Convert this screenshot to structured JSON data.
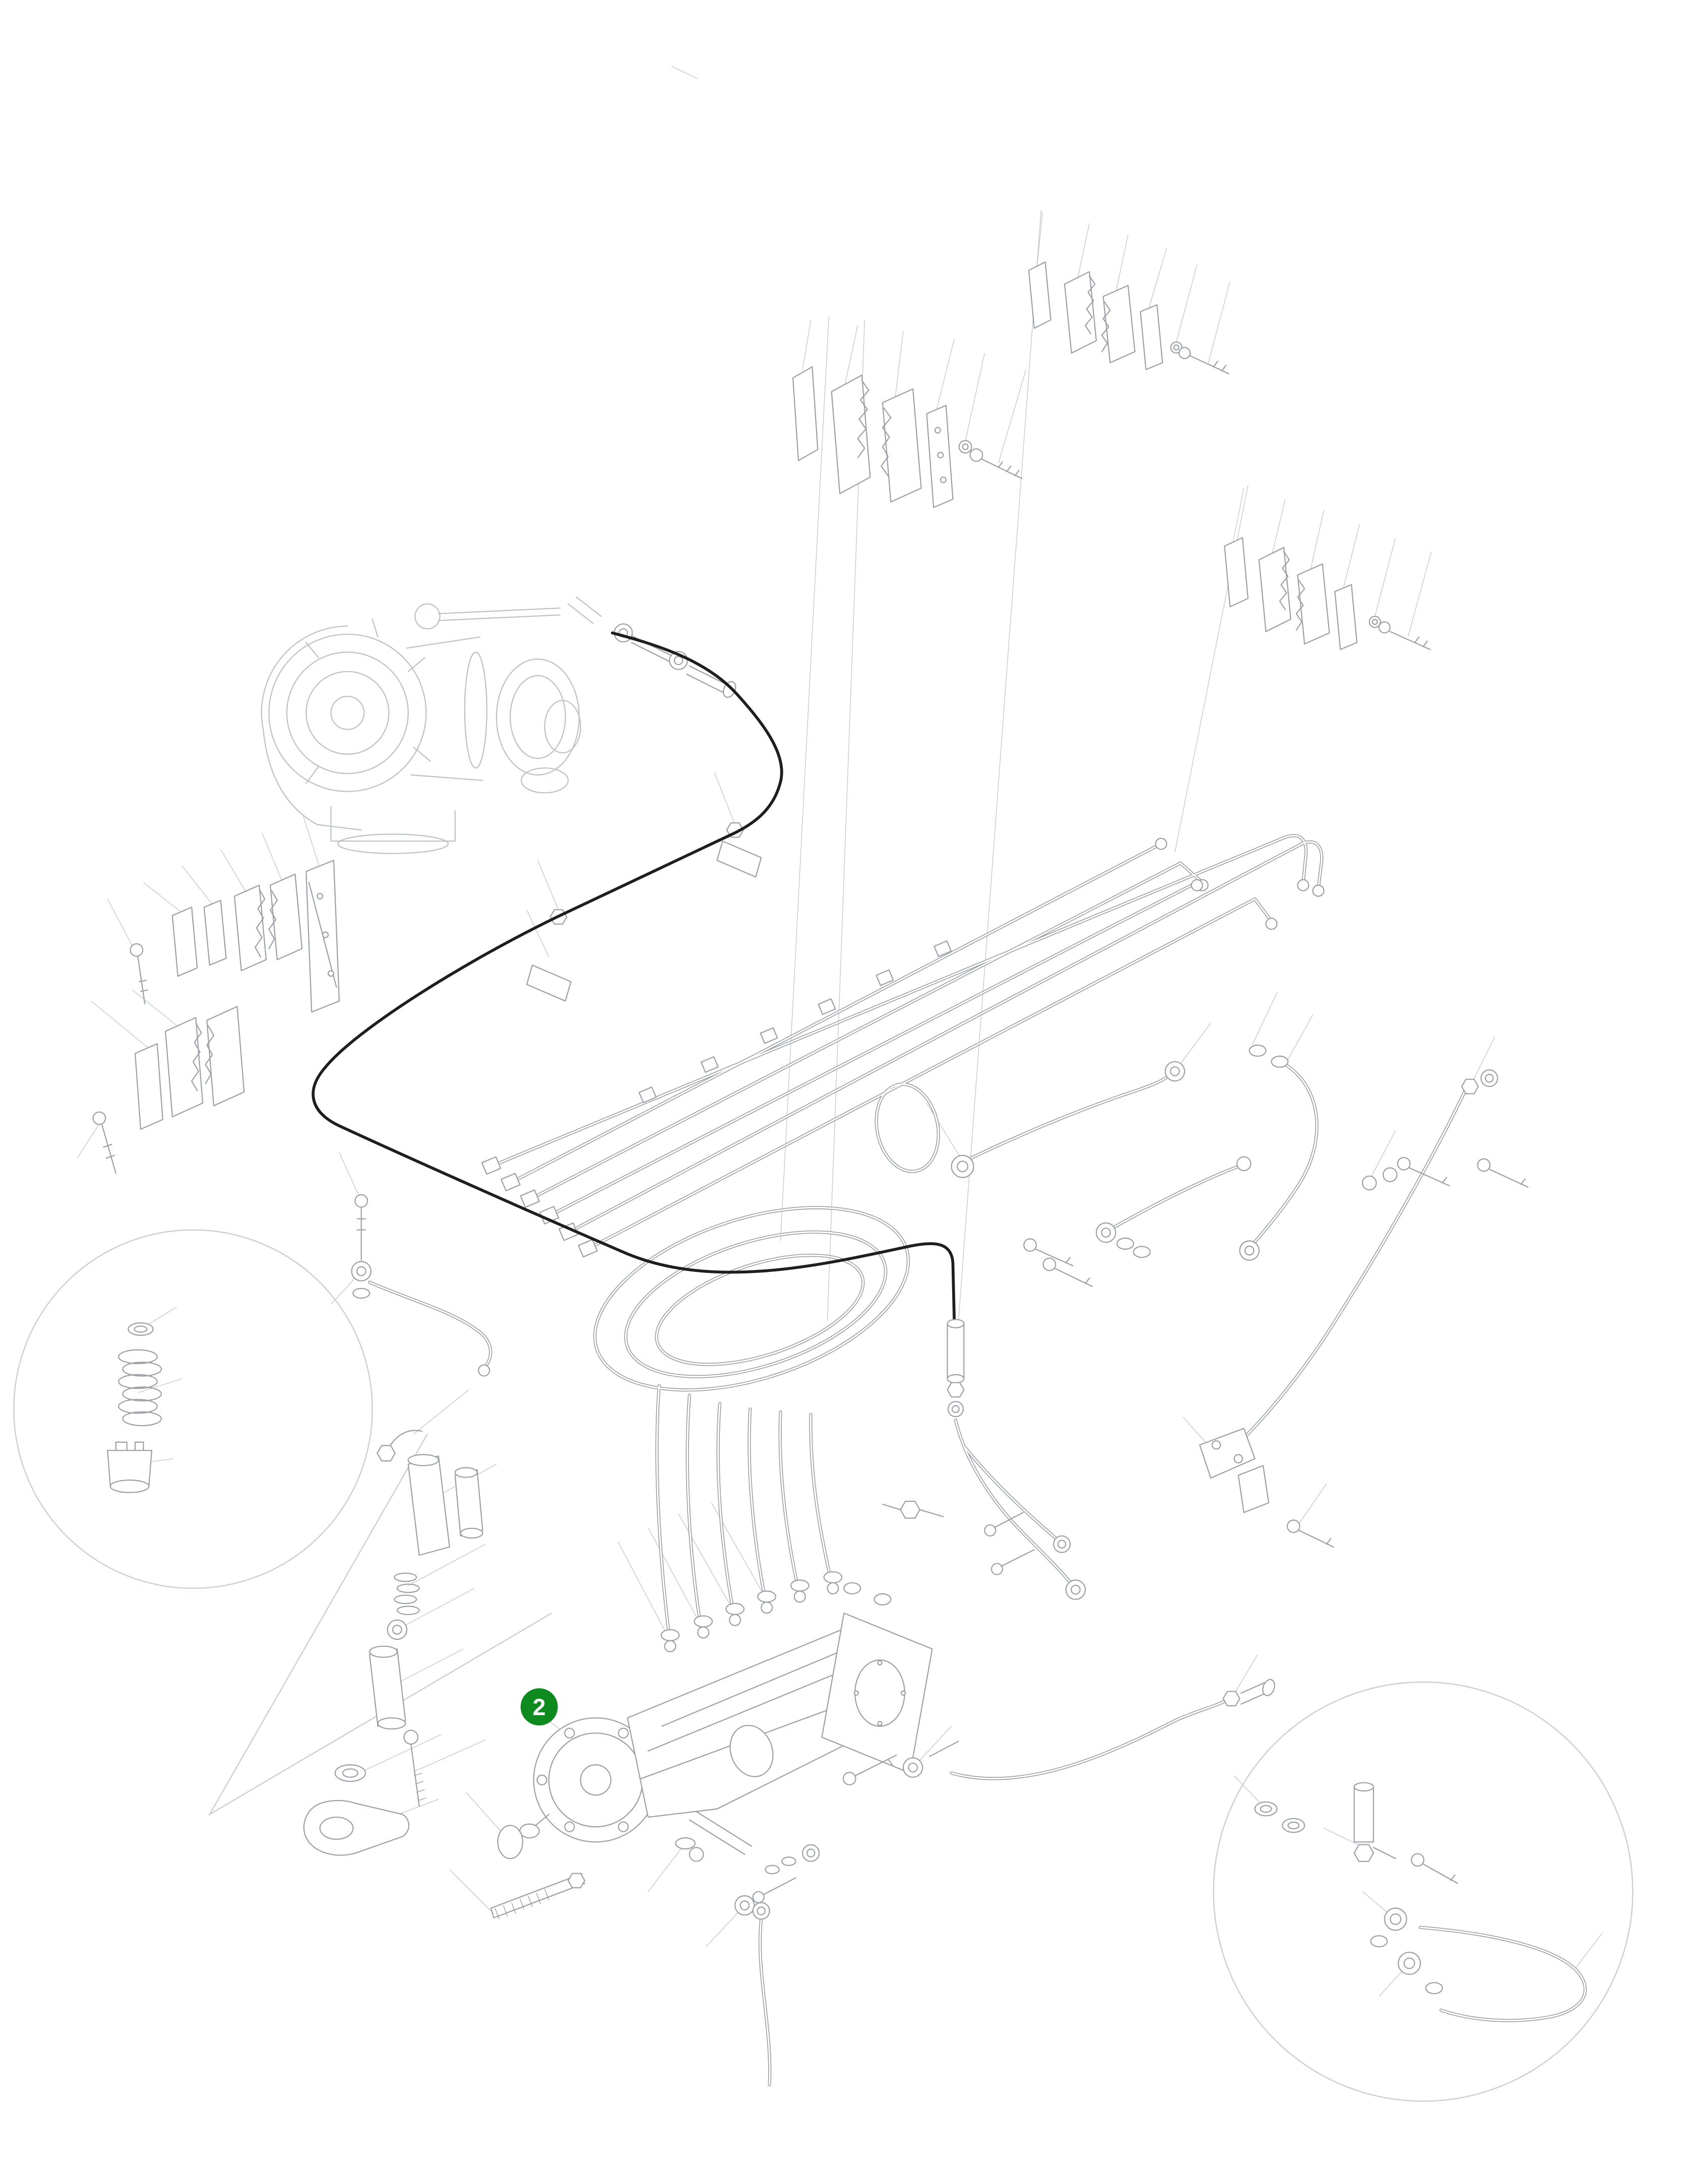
{
  "document": {
    "type": "exploded-parts-diagram",
    "background": "#ffffff"
  },
  "colors": {
    "callout_badge": "#0e8a1e",
    "callout_text": "#ffffff",
    "line_light": "#bcc1c7",
    "line_medium": "#9aa0a6",
    "line_dark": "#1e1e1e",
    "leader": "#c9cdd2"
  },
  "callouts": [
    {
      "label": "2",
      "target": "fuel-injection-pump"
    }
  ],
  "components": [
    "turbocharger",
    "boost-air-hose",
    "pipe-clamp-set-left",
    "pipe-clamp-set-top-center",
    "pipe-clamp-set-top",
    "pipe-clamp-set-upper-right",
    "fuel-injection-lines",
    "fuel-line-coil",
    "fuel-injection-pump",
    "fuel-injector-assembly",
    "injector-spring-and-nut-detail",
    "fuel-return-pipes",
    "overflow-valve",
    "banjo-fitting-detail",
    "mounting-hardware"
  ]
}
